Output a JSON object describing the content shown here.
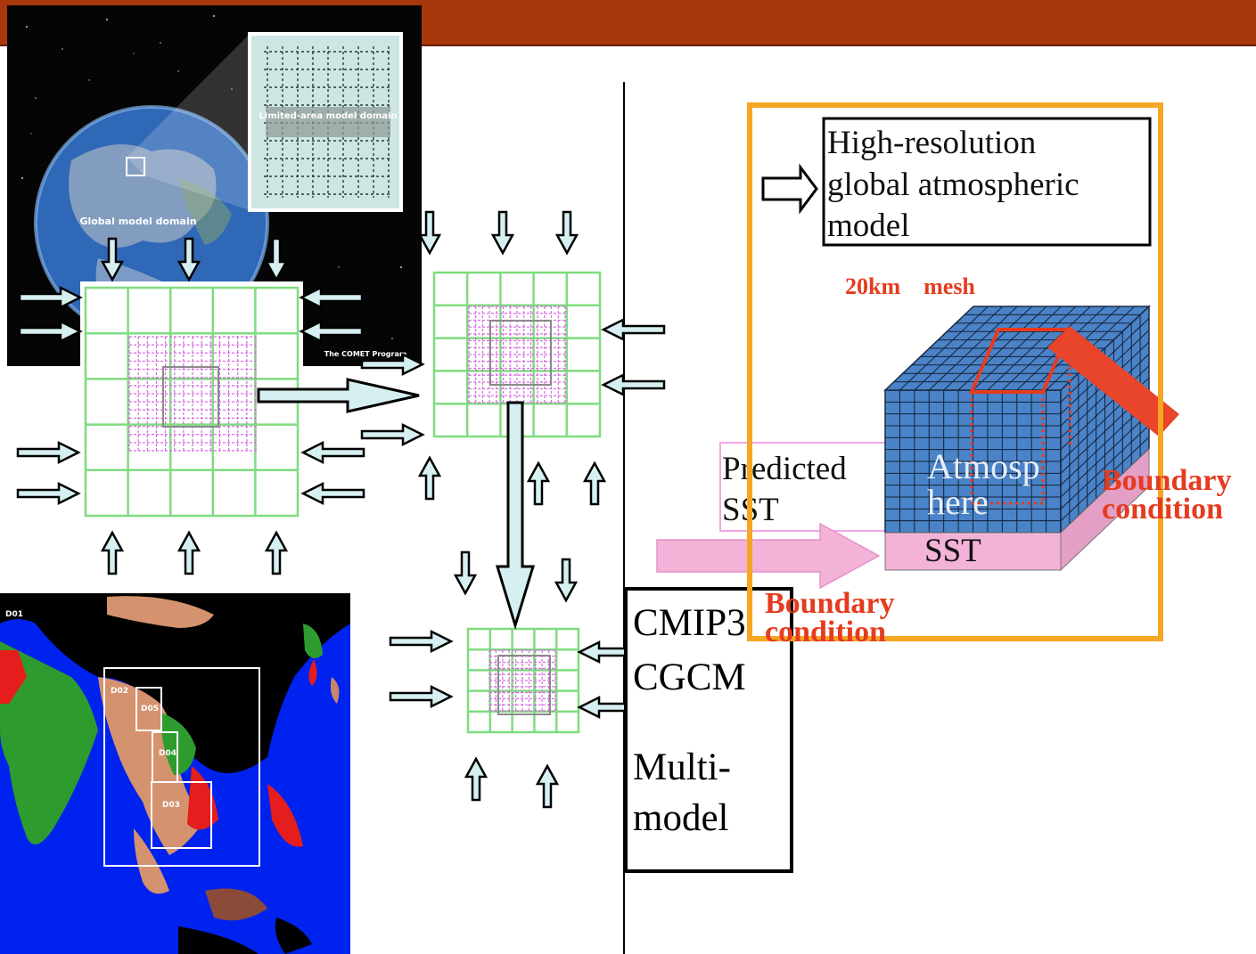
{
  "colors": {
    "header": "#a8380b",
    "grid_green": "#7fdc7f",
    "grid_magenta": "#d66be0",
    "arrow_fill": "#d6f0f2",
    "orange_frame": "#f5a623",
    "cube_blue": "#4a83c7",
    "sst_pink": "#f3b3d8",
    "red_label": "#e53b1f"
  },
  "globe_inset": {
    "zoom_label": "Limited-area model domain",
    "globe_label": "Global model domain",
    "credit": "The COMET Program"
  },
  "map_inset": {
    "domains": [
      "D01",
      "D02",
      "D03",
      "D04",
      "D05"
    ]
  },
  "cmip_box": {
    "line1": "CMIP3",
    "line2": "CGCM",
    "line3": "Multi-",
    "line4": "model"
  },
  "right_diagram": {
    "box_title_lines": [
      "High-resolution",
      "global atmospheric",
      "model"
    ],
    "mesh_label": "20km    mesh",
    "predicted_sst_lines": [
      "Predicted",
      "SST"
    ],
    "atmos_lines": [
      "Atmosp",
      "here"
    ],
    "sst_label": "SST",
    "boundary_right_lines": [
      "Boundary",
      "condition"
    ],
    "boundary_bottom_lines": [
      "Boundary",
      "condition"
    ]
  }
}
